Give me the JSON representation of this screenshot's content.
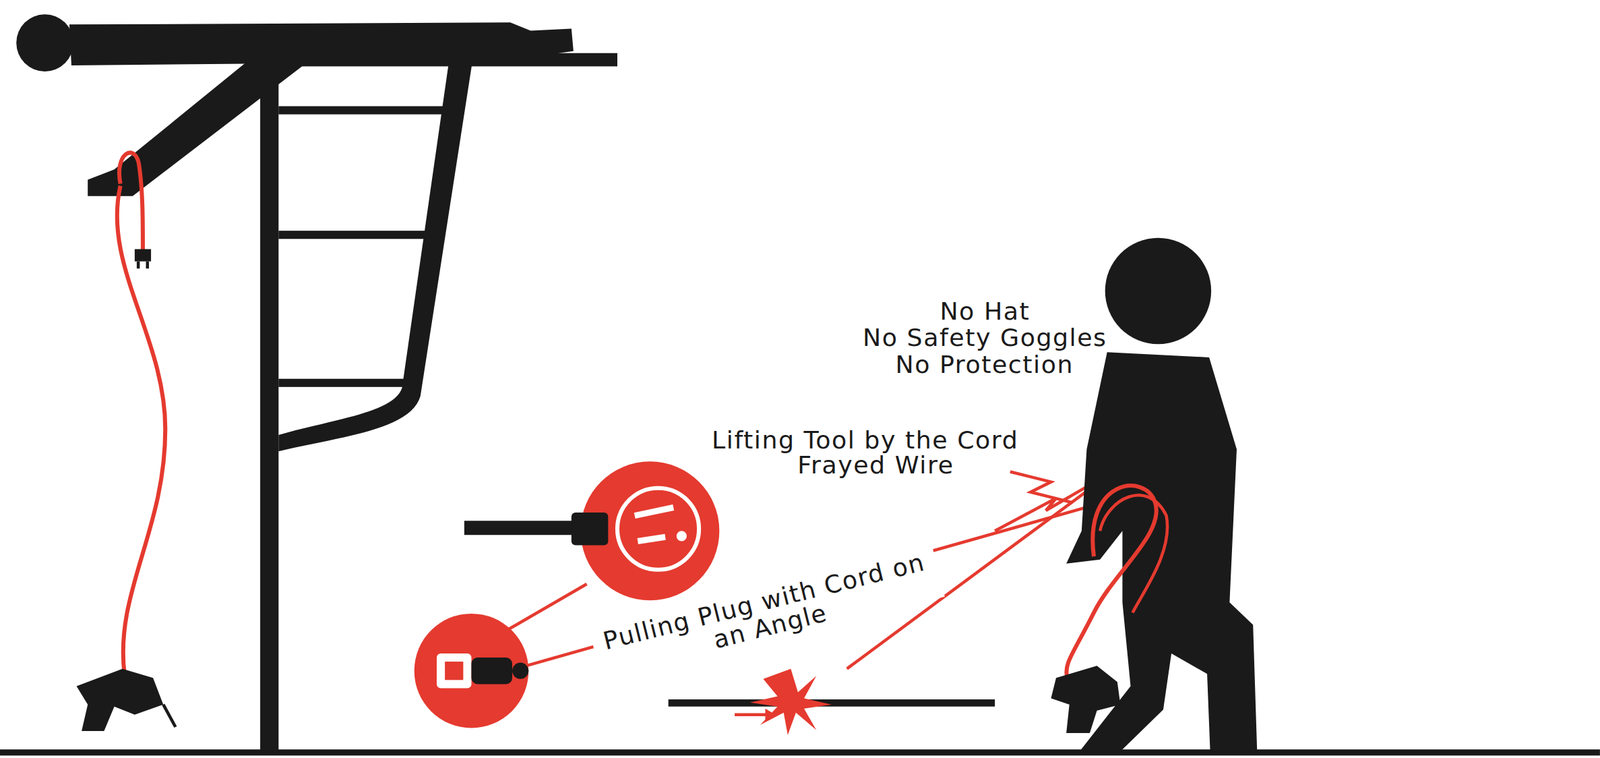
{
  "diagram": {
    "labels": [
      "No Hat",
      "No Safety Goggles",
      "No Protection",
      "Lifting Tool by the Cord",
      "Frayed Wire",
      "Pulling Plug with Cord on an Angle"
    ]
  }
}
